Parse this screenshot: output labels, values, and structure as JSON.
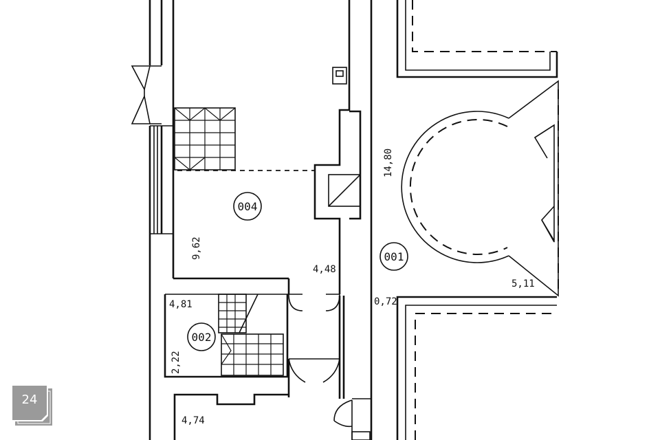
{
  "rooms": [
    {
      "id": "001"
    },
    {
      "id": "002"
    },
    {
      "id": "004"
    }
  ],
  "dimensions": [
    {
      "value": "14,80"
    },
    {
      "value": "9,62"
    },
    {
      "value": "4,48"
    },
    {
      "value": "0,72"
    },
    {
      "value": "5,11"
    },
    {
      "value": "4,81"
    },
    {
      "value": "2,22"
    },
    {
      "value": "4,74"
    }
  ],
  "page_badge": {
    "number": "24",
    "color": "#9a9a9a"
  }
}
